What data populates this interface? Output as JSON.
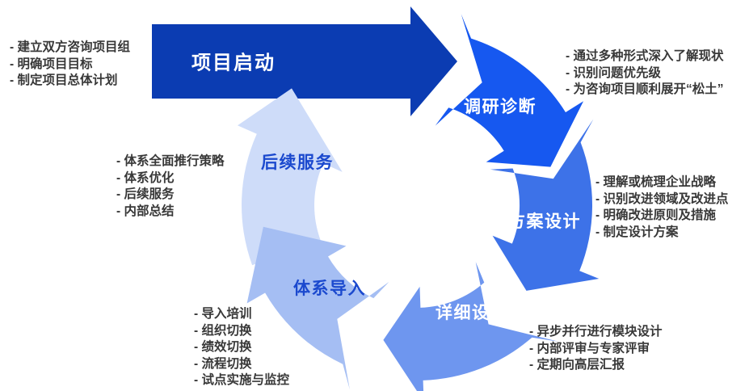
{
  "diagram": {
    "type": "cycle",
    "stages": [
      {
        "label": "项目启动",
        "bullets": [
          "- 建立双方咨询项目组",
          "- 明确项目目标",
          "- 制定项目总体计划"
        ]
      },
      {
        "label": "调研诊断",
        "bullets": [
          "- 通过多种形式深入了解现状",
          "- 识别问题优先级",
          "- 为咨询项目顺利展开“松土”"
        ]
      },
      {
        "label": "方案设计",
        "bullets": [
          "- 理解或梳理企业战略",
          "- 识别改进领域及改进点",
          "- 明确改进原则及措施",
          "- 制定设计方案"
        ]
      },
      {
        "label": "详细设计",
        "bullets": [
          "- 异步并行进行模块设计",
          "- 内部评审与专家评审",
          "- 定期向高层汇报"
        ]
      },
      {
        "label": "体系导入",
        "bullets": [
          "- 导入培训",
          "- 组织切换",
          "- 绩效切换",
          "- 流程切换",
          "- 试点实施与监控"
        ]
      },
      {
        "label": "后续服务",
        "bullets": [
          "- 体系全面推行策略",
          "- 体系优化",
          "- 后续服务",
          "- 内部总结"
        ]
      }
    ],
    "colors": {
      "banner": "#0B3CB2",
      "arc_research": "#1658F0",
      "arc_solution": "#3D72E8",
      "arc_detail": "#6E96EF",
      "arc_import": "#A5BEF3",
      "arc_follow": "#CEDCF9",
      "stage_label_white": "#FFFFFF",
      "stage_label_blue": "#1B49CE",
      "bullet_text": "#383838"
    }
  }
}
